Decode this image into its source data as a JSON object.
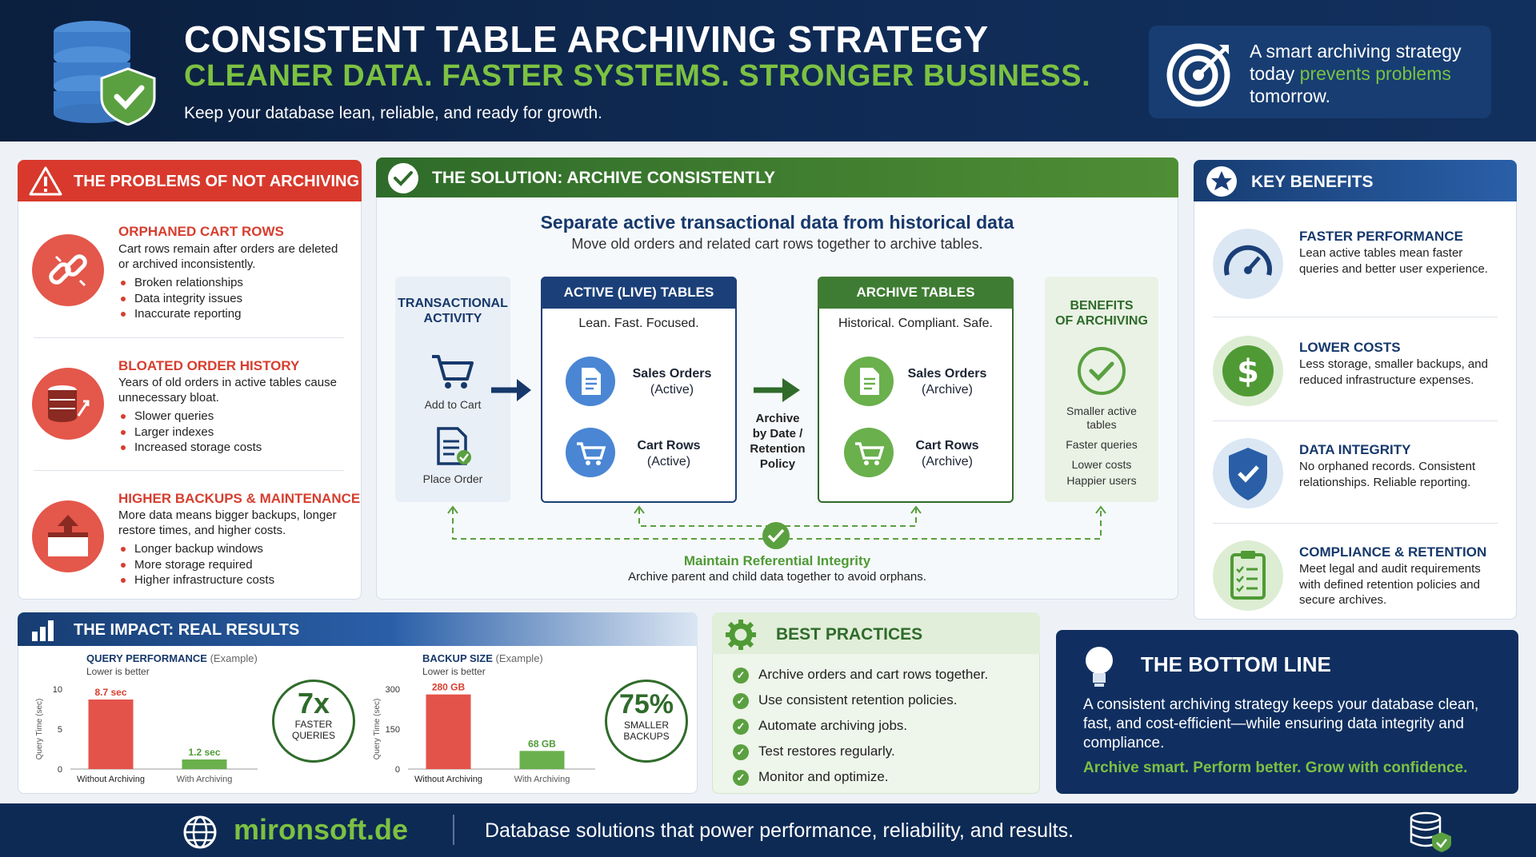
{
  "header": {
    "title": "CONSISTENT TABLE ARCHIVING STRATEGY",
    "subtitle": "CLEANER DATA. FASTER SYSTEMS. STRONGER BUSINESS.",
    "tagline": "Keep your database lean, reliable, and ready for growth.",
    "quote_1": "A smart archiving strategy",
    "quote_2a": "today ",
    "quote_2b": "prevents problems",
    "quote_3": "tomorrow."
  },
  "problems": {
    "heading": "THE PROBLEMS OF NOT ARCHIVING",
    "items": [
      {
        "title": "ORPHANED CART ROWS",
        "body": "Cart rows remain after orders are deleted or archived inconsistently.",
        "bullets": [
          "Broken relationships",
          "Data integrity issues",
          "Inaccurate reporting"
        ],
        "icon": "broken-link-icon"
      },
      {
        "title": "BLOATED ORDER HISTORY",
        "body": "Years of old orders in active tables cause unnecessary bloat.",
        "bullets": [
          "Slower queries",
          "Larger indexes",
          "Increased storage costs"
        ],
        "icon": "database-growth-icon"
      },
      {
        "title": "HIGHER BACKUPS & MAINTENANCE",
        "body": "More data means bigger backups, longer restore times, and higher costs.",
        "bullets": [
          "Longer backup windows",
          "More storage required",
          "Higher infrastructure costs"
        ],
        "icon": "backup-box-icon"
      }
    ]
  },
  "solution": {
    "heading": "THE SOLUTION: ARCHIVE CONSISTENTLY",
    "title": "Separate active transactional data from historical data",
    "subtitle": "Move old orders and related cart rows together to archive tables.",
    "transactional": {
      "heading_1": "TRANSACTIONAL",
      "heading_2": "ACTIVITY",
      "add_to_cart": "Add to Cart",
      "place_order": "Place Order"
    },
    "active": {
      "heading": "ACTIVE (LIVE) TABLES",
      "sub": "Lean. Fast. Focused.",
      "row1_a": "Sales Orders",
      "row1_b": "(Active)",
      "row2_a": "Cart Rows",
      "row2_b": "(Active)"
    },
    "archive_arrow": {
      "l1": "Archive",
      "l2": "by Date /",
      "l3": "Retention",
      "l4": "Policy"
    },
    "archive": {
      "heading": "ARCHIVE TABLES",
      "sub": "Historical. Compliant. Safe.",
      "row1_a": "Sales Orders",
      "row1_b": "(Archive)",
      "row2_a": "Cart Rows",
      "row2_b": "(Archive)"
    },
    "benefits": {
      "heading_1": "BENEFITS",
      "heading_2": "OF ARCHIVING",
      "b1a": "Smaller active",
      "b1b": "tables",
      "b2": "Faster queries",
      "b3": "Lower costs",
      "b4": "Happier users"
    },
    "integrity_title": "Maintain Referential Integrity",
    "integrity_sub": "Archive parent and child data together to avoid orphans."
  },
  "key_benefits": {
    "heading": "KEY BENEFITS",
    "items": [
      {
        "title": "FASTER PERFORMANCE",
        "body": "Lean active tables mean faster queries and better user experience.",
        "icon": "speedometer-icon"
      },
      {
        "title": "LOWER COSTS",
        "body": "Less storage, smaller backups, and reduced infrastructure expenses.",
        "icon": "dollar-icon"
      },
      {
        "title": "DATA INTEGRITY",
        "body": "No orphaned records. Consistent relationships. Reliable reporting.",
        "icon": "shield-check-icon"
      },
      {
        "title": "COMPLIANCE & RETENTION",
        "body": "Meet legal and audit requirements with defined retention policies and secure archives.",
        "icon": "clipboard-icon"
      }
    ]
  },
  "impact": {
    "heading": "THE IMPACT: REAL RESULTS",
    "badge1_big": "7x",
    "badge1_l1": "FASTER",
    "badge1_l2": "QUERIES",
    "badge2_big": "75%",
    "badge2_l1": "SMALLER",
    "badge2_l2": "BACKUPS"
  },
  "chart_data": [
    {
      "type": "bar",
      "title": "QUERY PERFORMANCE",
      "title_note": "(Example)",
      "subtitle": "Lower is better",
      "ylabel": "Query Time (sec)",
      "categories": [
        "Without Archiving",
        "With Archiving"
      ],
      "values": [
        8.7,
        1.2
      ],
      "data_labels": [
        "8.7 sec",
        "1.2 sec"
      ],
      "yticks": [
        0,
        5,
        10
      ],
      "ylim": [
        0,
        10
      ],
      "colors": [
        "#e4534a",
        "#6ab04c"
      ]
    },
    {
      "type": "bar",
      "title": "BACKUP SIZE",
      "title_note": "(Example)",
      "subtitle": "Lower is better",
      "ylabel": "Query Time (sec)",
      "categories": [
        "Without Archiving",
        "With Archiving"
      ],
      "values": [
        280,
        68
      ],
      "data_labels": [
        "280 GB",
        "68 GB"
      ],
      "yticks": [
        0,
        150,
        300
      ],
      "ylim": [
        0,
        300
      ],
      "colors": [
        "#e4534a",
        "#6ab04c"
      ]
    }
  ],
  "best_practices": {
    "heading": "BEST PRACTICES",
    "items": [
      "Archive orders and cart rows together.",
      "Use consistent retention policies.",
      "Automate archiving jobs.",
      "Test restores regularly.",
      "Monitor and optimize."
    ]
  },
  "bottom_line": {
    "heading": "THE BOTTOM LINE",
    "body": "A consistent archiving strategy keeps your database clean, fast, and cost-efficient—while ensuring data integrity and compliance.",
    "tagline": "Archive smart. Perform better. Grow with confidence."
  },
  "footer": {
    "brand": "mironsoft.de",
    "tagline": "Database solutions that power performance, reliability, and results."
  },
  "colors": {
    "navy": "#0d2a55",
    "green": "#7cc142",
    "red": "#d63e2f",
    "blue": "#1b3f78"
  }
}
